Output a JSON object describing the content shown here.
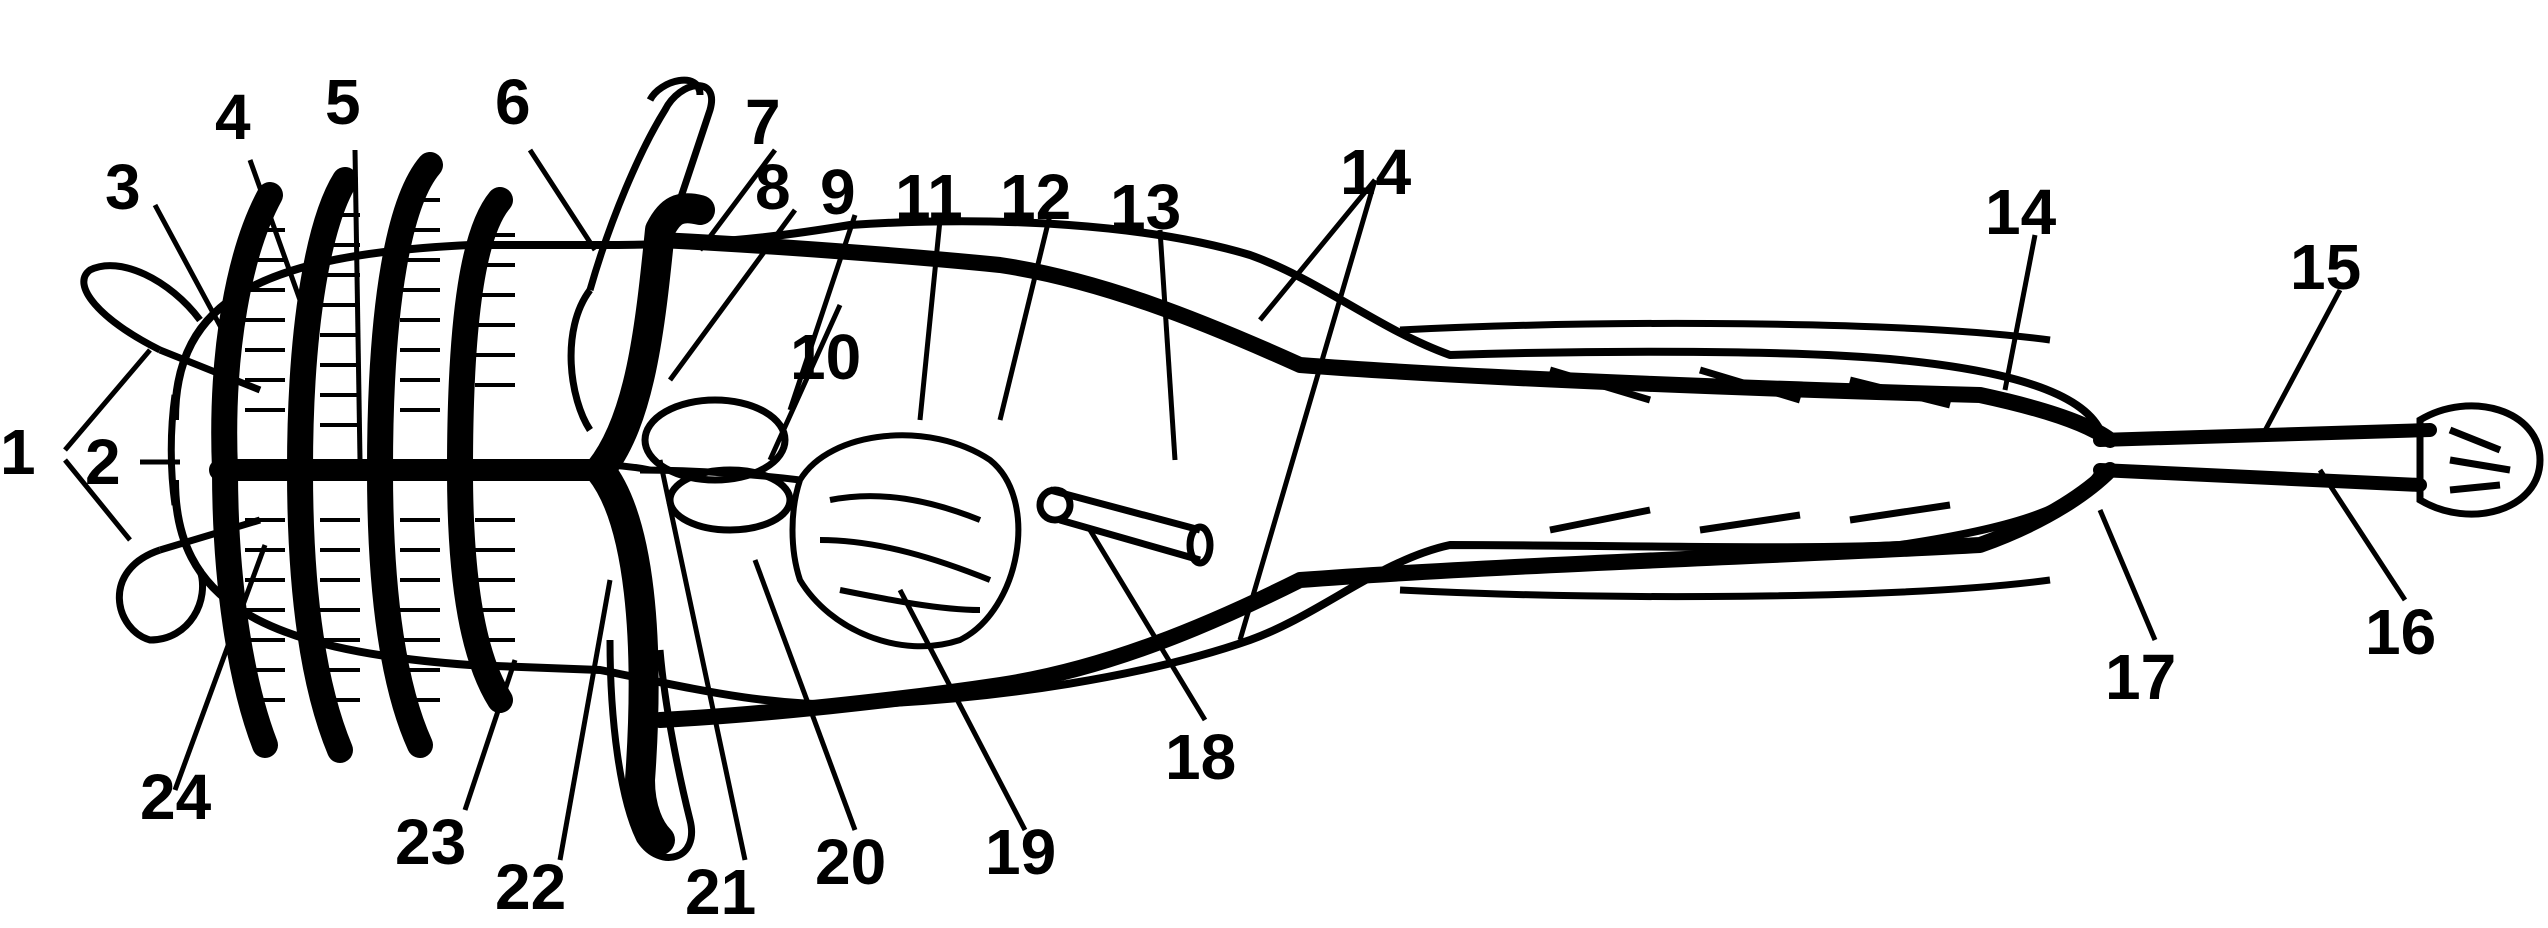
{
  "labels": [
    "1",
    "2",
    "3",
    "4",
    "5",
    "6",
    "7",
    "8",
    "9",
    "10",
    "11",
    "12",
    "13",
    "14",
    "14",
    "15",
    "16",
    "17",
    "18",
    "19",
    "20",
    "21",
    "22",
    "23",
    "24"
  ],
  "colors": {
    "ink": "#000000",
    "paper": "#ffffff"
  }
}
